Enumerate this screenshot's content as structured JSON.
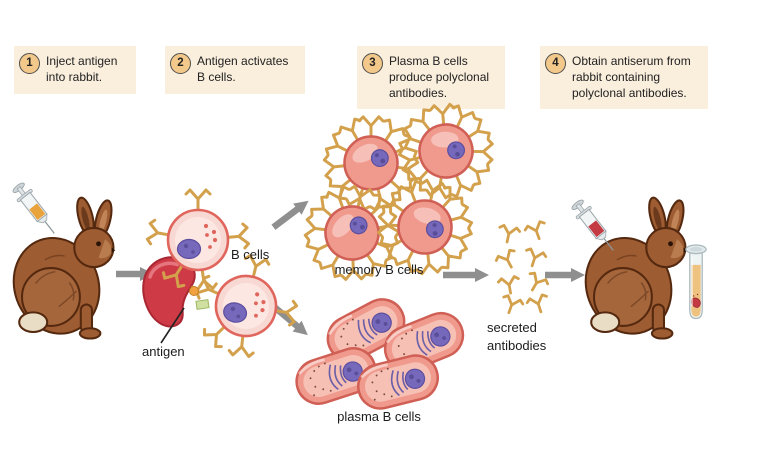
{
  "steps": [
    {
      "num": "1",
      "text": "Inject antigen into rabbit."
    },
    {
      "num": "2",
      "text": "Antigen activates B cells."
    },
    {
      "num": "3",
      "text": "Plasma B cells produce polyclonal antibodies."
    },
    {
      "num": "4",
      "text": "Obtain antiserum from rabbit containing polyclonal antibodies."
    }
  ],
  "labels": {
    "b_cells": "B cells",
    "antigen": "antigen",
    "memory_b_cells": "memory B cells",
    "plasma_b_cells": "plasma B cells",
    "secreted_antibodies": "secreted antibodies"
  },
  "palette": {
    "step-box-bg": "#faeedd",
    "step-num-bg": "#f3c98b",
    "step-num-border": "#4d4d4d",
    "text-color": "#222222",
    "arrow-gray": "#8f8f8f",
    "cell-light": "#f8d8d2",
    "cell-light-border": "#e0655c",
    "cell-salmon": "#f09a8d",
    "cell-salmon-border": "#d05f55",
    "nucleus-purple": "#7668ba",
    "receptor-gold": "#d3a04c",
    "antigen-red": "#ce3a45",
    "serum-gold": "#eec37f",
    "blood-red": "#c43a43",
    "syringe-antigen": "#e8a33d",
    "rabbit-brown": "#9d5c32",
    "rabbit-dark": "#55290f",
    "rabbit-tail": "#e9ddc6"
  }
}
